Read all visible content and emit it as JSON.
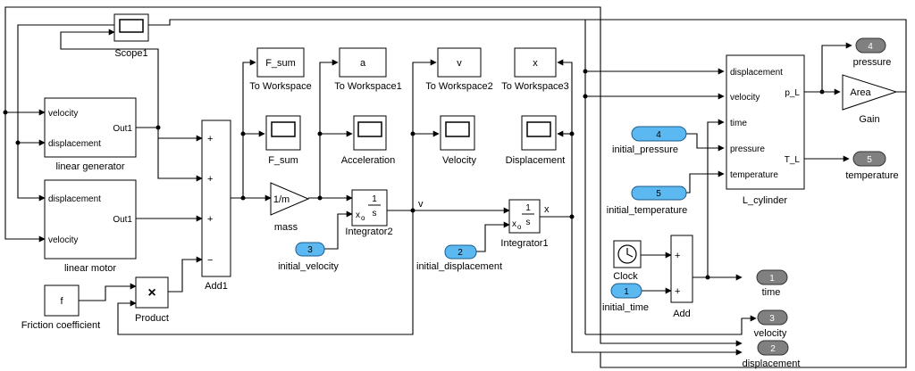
{
  "blocks": {
    "scope1": "Scope1",
    "linear_generator": {
      "name": "linear generator",
      "in1": "velocity",
      "in2": "displacement",
      "out": "Out1"
    },
    "linear_motor": {
      "name": "linear motor",
      "in1": "displacement",
      "in2": "velocity",
      "out": "Out1"
    },
    "friction_coefficient": {
      "name": "Friction coefficient",
      "value": "f"
    },
    "product": {
      "name": "Product",
      "symbol": "×"
    },
    "add1": {
      "name": "Add1",
      "signs": [
        "+",
        "+",
        "+",
        "−"
      ]
    },
    "to_workspace": {
      "name": "To Workspace",
      "var": "F_sum"
    },
    "to_workspace1": {
      "name": "To Workspace1",
      "var": "a"
    },
    "to_workspace2": {
      "name": "To Workspace2",
      "var": "v"
    },
    "to_workspace3": {
      "name": "To Workspace3",
      "var": "x"
    },
    "scope_fsum": "F_sum",
    "scope_acceleration": "Acceleration",
    "scope_velocity": "Velocity",
    "scope_displacement": "Displacement",
    "mass": {
      "name": "mass",
      "value": "1/m"
    },
    "integrator2": {
      "name": "Integrator2",
      "num": "1",
      "den": "s",
      "x0": "x",
      "x0_sub": "o"
    },
    "integrator1": {
      "name": "Integrator1",
      "num": "1",
      "den": "s",
      "x0": "x",
      "x0_sub": "o"
    },
    "initial_velocity": {
      "name": "initial_velocity",
      "port": "3"
    },
    "initial_displacement": {
      "name": "initial_displacement",
      "port": "2"
    },
    "initial_pressure": {
      "name": "initial_pressure",
      "port": "4"
    },
    "initial_temperature": {
      "name": "initial_temperature",
      "port": "5"
    },
    "initial_time": {
      "name": "initial_time",
      "port": "1"
    },
    "clock": "Clock",
    "add": {
      "name": "Add",
      "signs": [
        "+",
        "+"
      ]
    },
    "l_cylinder": {
      "name": "L_cylinder",
      "inputs": [
        "displacement",
        "velocity",
        "time",
        "pressure",
        "temperature"
      ],
      "out1": "p_L",
      "out2": "T_L"
    },
    "gain": {
      "name": "Gain",
      "value": "Area"
    },
    "out_pressure": {
      "name": "pressure",
      "port": "4"
    },
    "out_temperature": {
      "name": "temperature",
      "port": "5"
    },
    "out_time": {
      "name": "time",
      "port": "1"
    },
    "out_velocity": {
      "name": "velocity",
      "port": "3"
    },
    "out_displacement": {
      "name": "displacement",
      "port": "2"
    }
  },
  "signals": {
    "v": "v",
    "x": "x"
  }
}
